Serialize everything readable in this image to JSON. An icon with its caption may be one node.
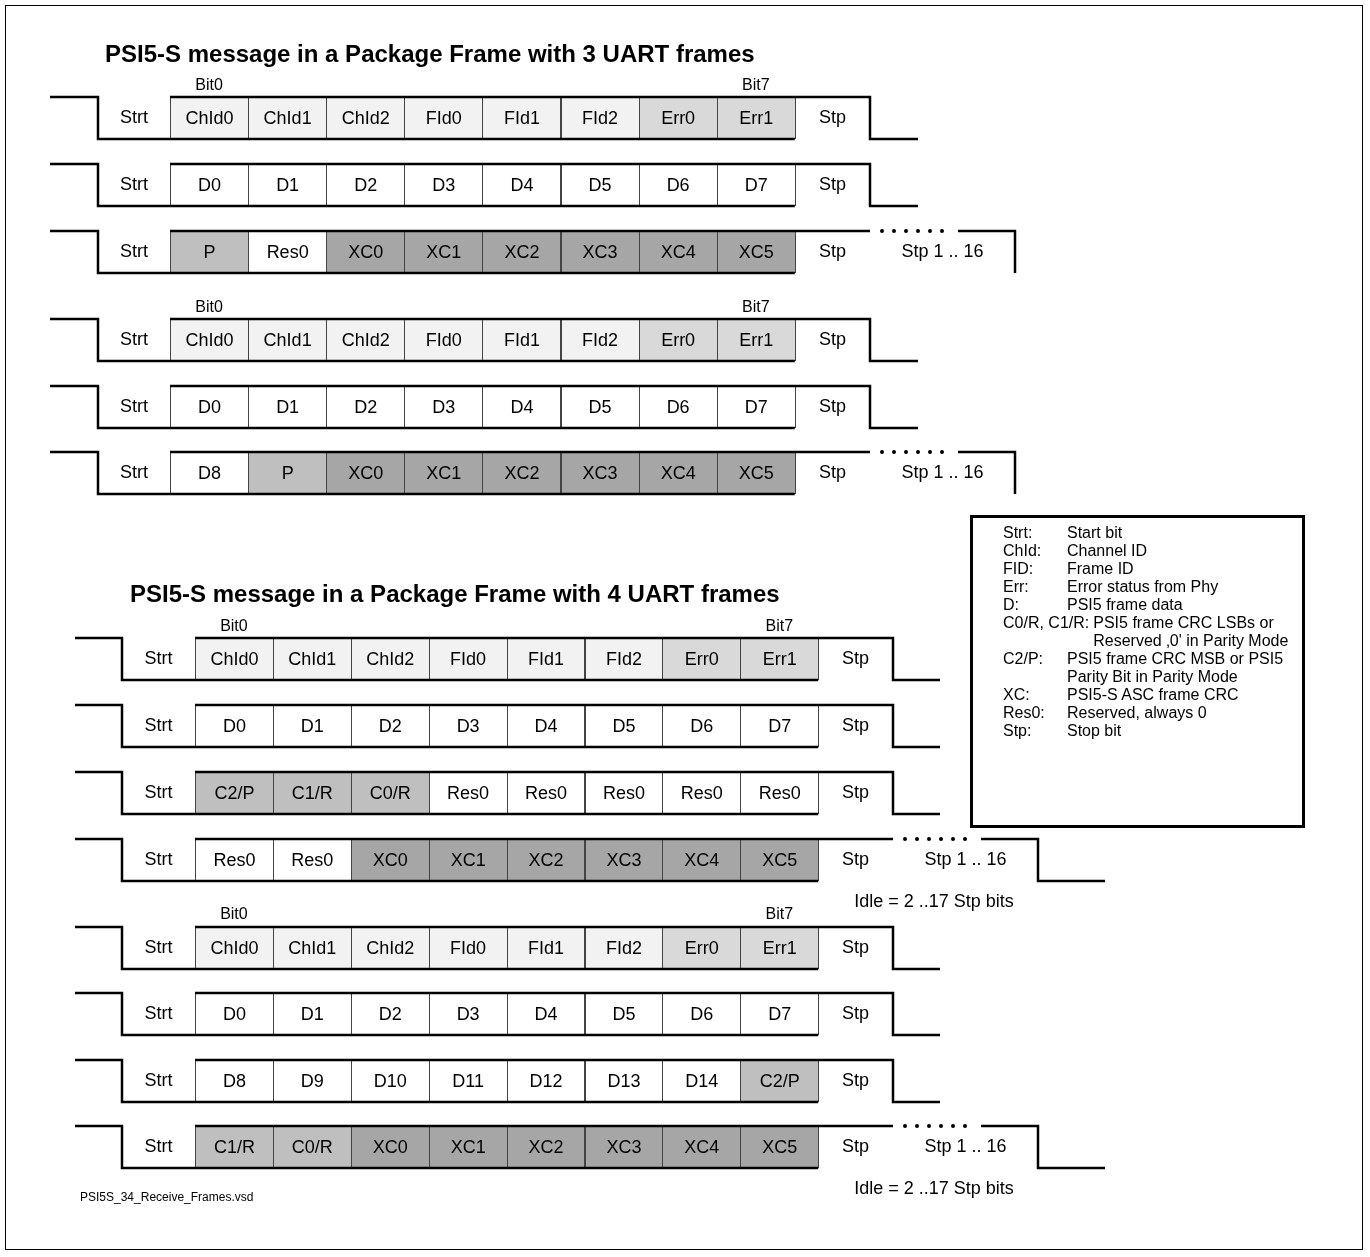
{
  "diagram": {
    "labels": [
      "PSI5-S message in a Package Frame with  3 UART frames",
      "Bit0",
      "Bit7",
      "Strt",
      "ChId0",
      "ChId1",
      "ChId2",
      "FId0",
      "FId1",
      "FId2",
      "Err0",
      "Err1",
      "Stp",
      "Strt",
      "D0",
      "D1",
      "D2",
      "D3",
      "D4",
      "D5",
      "D6",
      "D7",
      "Stp",
      "Strt",
      "P",
      "Res0",
      "XC0",
      "XC1",
      "XC2",
      "XC3",
      "XC4",
      "XC5",
      "Stp",
      "Stp 1 .. 16",
      "Bit0",
      "Bit7",
      "Strt",
      "ChId0",
      "ChId1",
      "ChId2",
      "FId0",
      "FId1",
      "FId2",
      "Err0",
      "Err1",
      "Stp",
      "Strt",
      "D0",
      "D1",
      "D2",
      "D3",
      "D4",
      "D5",
      "D6",
      "D7",
      "Stp",
      "Strt",
      "D8",
      "P",
      "XC0",
      "XC1",
      "XC2",
      "XC3",
      "XC4",
      "XC5",
      "Stp",
      "Stp 1 .. 16",
      "Strt:",
      "Start bit",
      "ChId:",
      "Channel ID",
      "FID:",
      "Frame ID",
      "Err:",
      "Error status from Phy",
      "D:",
      "PSI5 frame data",
      "C0/R, C1/R:",
      "PSI5 frame CRC LSBs or Reserved ‚0' in Parity Mode",
      "C2/P:",
      "PSI5 frame CRC MSB or PSI5 Parity Bit in Parity Mode",
      "XC:",
      "PSI5-S ASC frame CRC",
      "Res0:",
      "Reserved, always 0",
      "Stp:",
      "Stop bit",
      "PSI5-S message in a Package Frame with  4 UART frames",
      "Bit0",
      "Bit7",
      "Strt",
      "ChId0",
      "ChId1",
      "ChId2",
      "FId0",
      "FId1",
      "FId2",
      "Err0",
      "Err1",
      "Stp",
      "Strt",
      "D0",
      "D1",
      "D2",
      "D3",
      "D4",
      "D5",
      "D6",
      "D7",
      "Stp",
      "Strt",
      "C2/P",
      "C1/R",
      "C0/R",
      "Res0",
      "Res0",
      "Res0",
      "Res0",
      "Res0",
      "Stp",
      "Strt",
      "Res0",
      "Res0",
      "XC0",
      "XC1",
      "XC2",
      "XC3",
      "XC4",
      "XC5",
      "Stp",
      "Stp 1 .. 16",
      "Idle = 2 ..17 Stp bits",
      "Bit0",
      "Bit7",
      "Strt",
      "ChId0",
      "ChId1",
      "ChId2",
      "FId0",
      "FId1",
      "FId2",
      "Err0",
      "Err1",
      "Stp",
      "Strt",
      "D0",
      "D1",
      "D2",
      "D3",
      "D4",
      "D5",
      "D6",
      "D7",
      "Stp",
      "Strt",
      "D8",
      "D9",
      "D10",
      "D11",
      "D12",
      "D13",
      "D14",
      "C2/P",
      "Stp",
      "Strt",
      "C1/R",
      "C0/R",
      "XC0",
      "XC1",
      "XC2",
      "XC3",
      "XC4",
      "XC5",
      "Stp",
      "Stp 1 .. 16",
      "Idle = 2 ..17 Stp bits",
      "PSI5S_34_Receive_Frames.vsd"
    ]
  }
}
